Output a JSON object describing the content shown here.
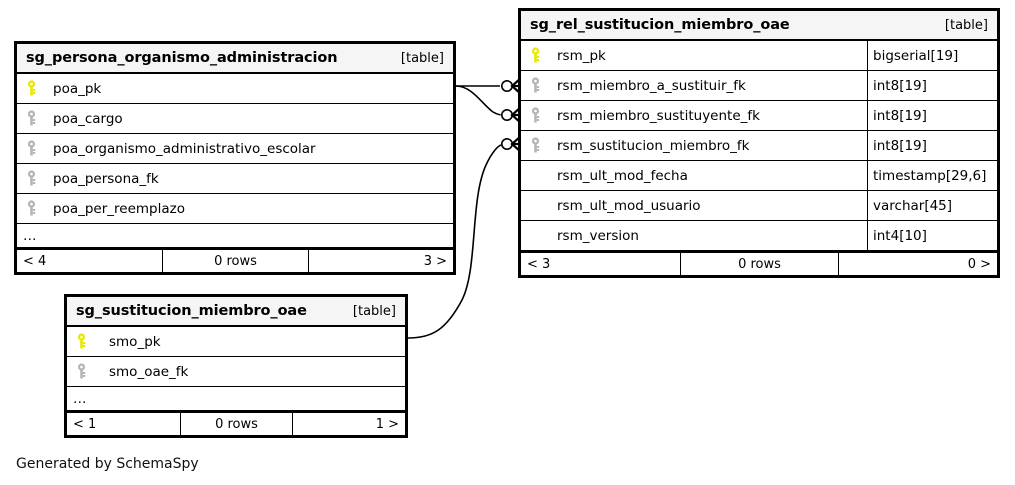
{
  "diagram": {
    "generator_note": "Generated by SchemaSpy",
    "table_tag": "[table]",
    "ellipsis": "…"
  },
  "tables": [
    {
      "id": "sg_persona_organismo_administracion",
      "name": "sg_persona_organismo_administracion",
      "tag": "[table]",
      "has_type_column": false,
      "columns": [
        {
          "name": "poa_pk",
          "key": "primary",
          "type": ""
        },
        {
          "name": "poa_cargo",
          "key": "foreign",
          "type": ""
        },
        {
          "name": "poa_organismo_administrativo_escolar",
          "key": "foreign",
          "type": ""
        },
        {
          "name": "poa_persona_fk",
          "key": "foreign",
          "type": ""
        },
        {
          "name": "poa_per_reemplazo",
          "key": "foreign",
          "type": ""
        }
      ],
      "footer": {
        "left": "< 4",
        "center": "0 rows",
        "right": "3 >"
      }
    },
    {
      "id": "sg_rel_sustitucion_miembro_oae",
      "name": "sg_rel_sustitucion_miembro_oae",
      "tag": "[table]",
      "has_type_column": true,
      "columns": [
        {
          "name": "rsm_pk",
          "key": "primary",
          "type": "bigserial[19]"
        },
        {
          "name": "rsm_miembro_a_sustituir_fk",
          "key": "foreign",
          "type": "int8[19]"
        },
        {
          "name": "rsm_miembro_sustituyente_fk",
          "key": "foreign",
          "type": "int8[19]"
        },
        {
          "name": "rsm_sustitucion_miembro_fk",
          "key": "foreign",
          "type": "int8[19]"
        },
        {
          "name": "rsm_ult_mod_fecha",
          "key": "none",
          "type": "timestamp[29,6]"
        },
        {
          "name": "rsm_ult_mod_usuario",
          "key": "none",
          "type": "varchar[45]"
        },
        {
          "name": "rsm_version",
          "key": "none",
          "type": "int4[10]"
        }
      ],
      "footer": {
        "left": "< 3",
        "center": "0 rows",
        "right": "0 >"
      }
    },
    {
      "id": "sg_sustitucion_miembro_oae",
      "name": "sg_sustitucion_miembro_oae",
      "tag": "[table]",
      "has_type_column": false,
      "columns": [
        {
          "name": "smo_pk",
          "key": "primary",
          "type": ""
        },
        {
          "name": "smo_oae_fk",
          "key": "foreign",
          "type": ""
        }
      ],
      "footer": {
        "left": "< 1",
        "center": "0 rows",
        "right": "1 >"
      }
    }
  ],
  "relationships": [
    {
      "from": "sg_persona_organismo_administracion.poa_pk",
      "to": "sg_rel_sustitucion_miembro_oae.rsm_miembro_a_sustituir_fk"
    },
    {
      "from": "sg_persona_organismo_administracion.poa_pk",
      "to": "sg_rel_sustitucion_miembro_oae.rsm_miembro_sustituyente_fk"
    },
    {
      "from": "sg_sustitucion_miembro_oae.smo_pk",
      "to": "sg_rel_sustitucion_miembro_oae.rsm_sustitucion_miembro_fk"
    }
  ],
  "colors": {
    "primary_key": "#e8e800",
    "foreign_key": "#b5b5b5",
    "header_bg": "#f5f5f5",
    "border": "#000000"
  }
}
